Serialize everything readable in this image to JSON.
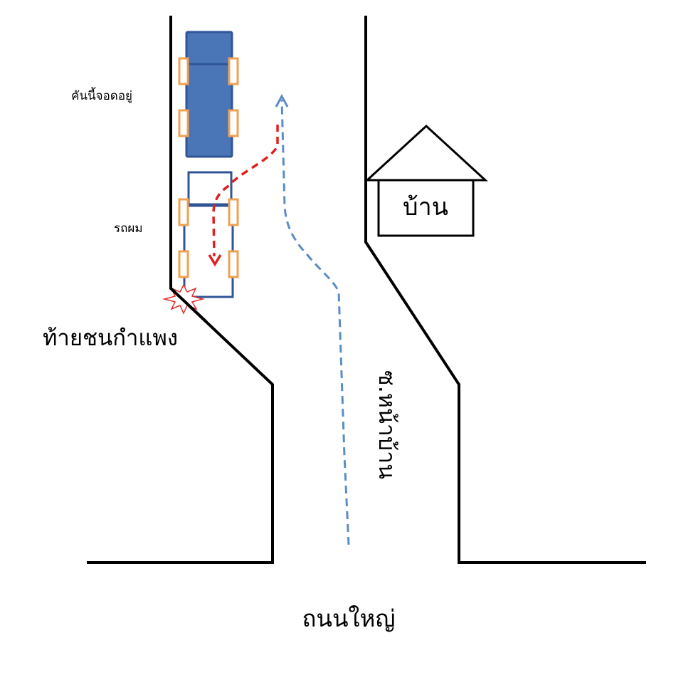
{
  "labels": {
    "parked_car": "คันนี้จอดอยู่",
    "my_car": "รถผม",
    "crash": "ท้ายชนกำแพง",
    "house": "บ้าน",
    "alley": "ซ.หน้าบ้าน",
    "main_road": "ถนนใหญ่"
  },
  "colors": {
    "parked_car_fill": "#4a76b8",
    "car_outline": "#2f5597",
    "wheel": "#f0a050",
    "my_path": "#e02020",
    "alley_path": "#5b8cc6",
    "crash_mark": "#e03030"
  }
}
